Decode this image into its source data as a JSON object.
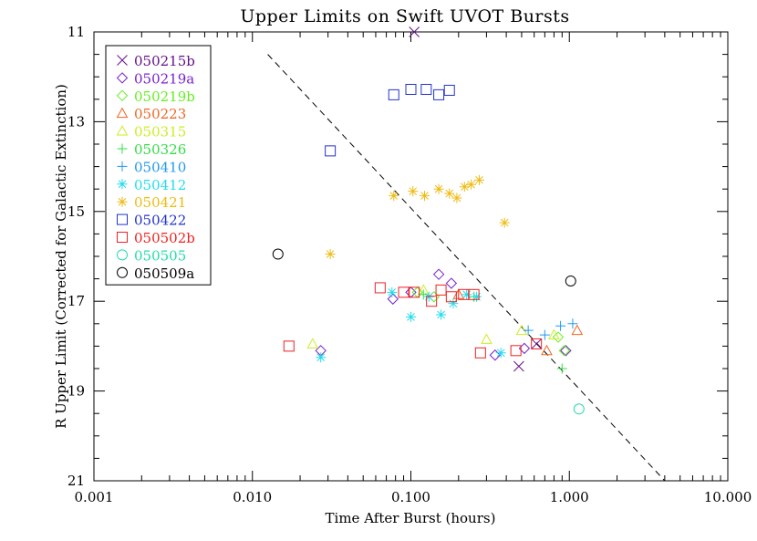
{
  "chart_data": {
    "type": "scatter",
    "title": "Upper Limits on Swift UVOT Bursts",
    "xlabel": "Time After Burst (hours)",
    "ylabel": "R Upper Limit (Corrected for Galactic Extinction)",
    "xscale": "log",
    "xlim": [
      0.001,
      10.0
    ],
    "ylim": [
      21,
      11
    ],
    "y_inverted": true,
    "x_ticks": [
      "0.001",
      "0.010",
      "0.100",
      "1.000",
      "10.000"
    ],
    "y_ticks": [
      "11",
      "13",
      "15",
      "17",
      "19",
      "21"
    ],
    "legend_position": "top-left",
    "reference_line": {
      "style": "dashed",
      "points": [
        [
          0.0125,
          11.5
        ],
        [
          4.0,
          21.0
        ]
      ]
    },
    "series": [
      {
        "name": "050215b",
        "marker": "x",
        "color": "#66118a",
        "points": [
          [
            0.105,
            11.0
          ],
          [
            0.48,
            18.45
          ],
          [
            0.62,
            17.95
          ]
        ]
      },
      {
        "name": "050219a",
        "marker": "diamond",
        "color": "#7722cc",
        "points": [
          [
            0.027,
            18.1
          ],
          [
            0.077,
            16.95
          ],
          [
            0.1,
            16.8
          ],
          [
            0.15,
            16.4
          ],
          [
            0.18,
            16.6
          ],
          [
            0.34,
            18.2
          ],
          [
            0.52,
            18.05
          ],
          [
            0.95,
            18.1
          ]
        ]
      },
      {
        "name": "050219b",
        "marker": "diamond",
        "color": "#66ee22",
        "points": [
          [
            0.11,
            16.8
          ],
          [
            0.14,
            16.9
          ],
          [
            0.85,
            17.8
          ],
          [
            0.93,
            18.1
          ]
        ]
      },
      {
        "name": "050223",
        "marker": "triangle",
        "color": "#ee6622",
        "points": [
          [
            0.2,
            16.85
          ],
          [
            0.72,
            18.1
          ],
          [
            1.12,
            17.65
          ]
        ]
      },
      {
        "name": "050315",
        "marker": "triangle",
        "color": "#ccee22",
        "points": [
          [
            0.024,
            17.95
          ],
          [
            0.12,
            16.75
          ],
          [
            0.3,
            17.85
          ],
          [
            0.5,
            17.65
          ],
          [
            0.8,
            17.75
          ]
        ]
      },
      {
        "name": "050326",
        "marker": "plus",
        "color": "#33dd44",
        "points": [
          [
            0.12,
            16.85
          ],
          [
            0.25,
            16.9
          ],
          [
            0.9,
            18.5
          ]
        ]
      },
      {
        "name": "050410",
        "marker": "plus",
        "color": "#2299ee",
        "points": [
          [
            0.55,
            17.65
          ],
          [
            0.7,
            17.75
          ],
          [
            0.88,
            17.55
          ],
          [
            1.05,
            17.5
          ]
        ]
      },
      {
        "name": "050412",
        "marker": "asterisk",
        "color": "#22ddee",
        "points": [
          [
            0.027,
            18.25
          ],
          [
            0.076,
            16.8
          ],
          [
            0.1,
            17.35
          ],
          [
            0.13,
            16.9
          ],
          [
            0.155,
            17.3
          ],
          [
            0.185,
            17.05
          ],
          [
            0.225,
            16.85
          ],
          [
            0.26,
            16.9
          ],
          [
            0.37,
            18.15
          ]
        ]
      },
      {
        "name": "050421",
        "marker": "asterisk",
        "color": "#eebb11",
        "points": [
          [
            0.031,
            15.95
          ],
          [
            0.078,
            14.65
          ],
          [
            0.103,
            14.55
          ],
          [
            0.122,
            14.65
          ],
          [
            0.15,
            14.5
          ],
          [
            0.175,
            14.6
          ],
          [
            0.195,
            14.7
          ],
          [
            0.218,
            14.45
          ],
          [
            0.24,
            14.4
          ],
          [
            0.27,
            14.3
          ],
          [
            0.39,
            15.25
          ]
        ]
      },
      {
        "name": "050422",
        "marker": "square",
        "color": "#2233cc",
        "points": [
          [
            0.031,
            13.65
          ],
          [
            0.078,
            12.4
          ],
          [
            0.1,
            12.28
          ],
          [
            0.125,
            12.28
          ],
          [
            0.15,
            12.4
          ],
          [
            0.175,
            12.3
          ]
        ]
      },
      {
        "name": "050502b",
        "marker": "square",
        "color": "#ee2222",
        "points": [
          [
            0.017,
            18.0
          ],
          [
            0.064,
            16.7
          ],
          [
            0.09,
            16.8
          ],
          [
            0.105,
            16.8
          ],
          [
            0.135,
            17.0
          ],
          [
            0.155,
            16.75
          ],
          [
            0.18,
            16.9
          ],
          [
            0.215,
            16.85
          ],
          [
            0.25,
            16.85
          ],
          [
            0.275,
            18.15
          ],
          [
            0.46,
            18.1
          ],
          [
            0.62,
            17.95
          ]
        ]
      },
      {
        "name": "050505",
        "marker": "circle",
        "color": "#22ddaa",
        "points": [
          [
            1.15,
            19.4
          ]
        ]
      },
      {
        "name": "050509a",
        "marker": "circle",
        "color": "#000000",
        "points": [
          [
            0.0145,
            15.95
          ],
          [
            1.02,
            16.55
          ]
        ]
      }
    ]
  }
}
